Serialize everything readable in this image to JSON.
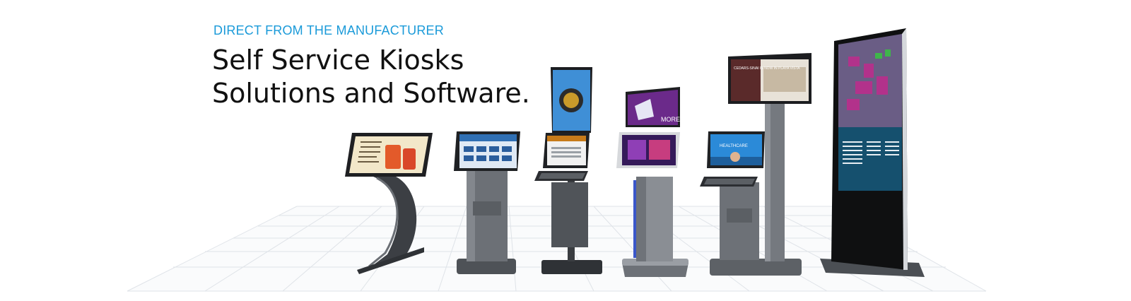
{
  "hero": {
    "eyebrow": "DIRECT FROM THE MANUFACTURER",
    "headline_line1": "Self Service Kiosks",
    "headline_line2": "Solutions and Software."
  },
  "colors": {
    "eyebrow": "#1a9ad9",
    "headline": "#111111",
    "floor_grid": "#d9dde2",
    "kiosk_body": "#5f6368",
    "kiosk_base": "#45494e"
  },
  "kiosks": [
    {
      "name": "curved-stand-kiosk",
      "screen_text": ""
    },
    {
      "name": "pedestal-touch-kiosk",
      "screen_text": ""
    },
    {
      "name": "dual-screen-keyboard-kiosk",
      "screen_text": ""
    },
    {
      "name": "tablet-style-kiosk",
      "screen_text": "MORE"
    },
    {
      "name": "tall-dual-screen-kiosk",
      "screen_text": "CEDARS-SINAI IS NOW IN PLAYA VISTA"
    },
    {
      "name": "totem-directory-kiosk",
      "screen_text": ""
    }
  ],
  "kiosk_screen_labels": {
    "healthcare": "HEALTHCARE"
  }
}
